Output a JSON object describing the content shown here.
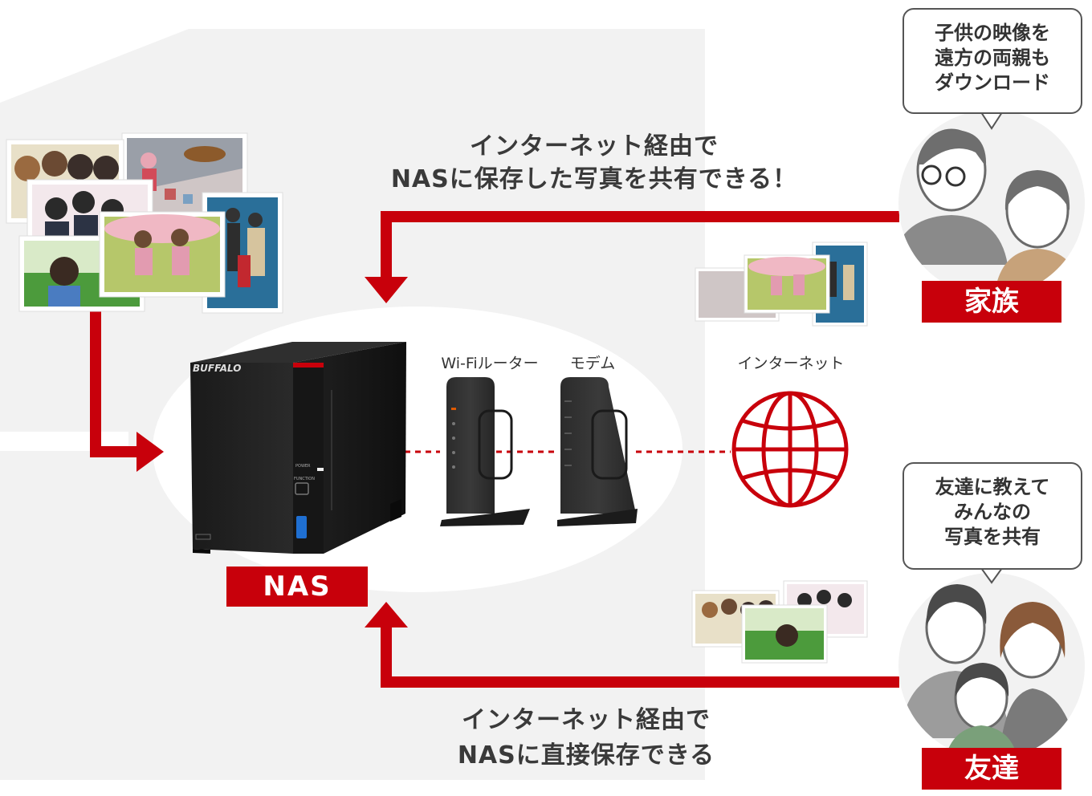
{
  "captions": {
    "top_line1": "インターネット経由で",
    "top_line2": "NASに保存した写真を共有できる！",
    "bottom_line1": "インターネット経由で",
    "bottom_line2": "NASに直接保存できる"
  },
  "devices": {
    "nas_brand": "BUFFALO",
    "nas_power": "POWER",
    "nas_function": "FUNCTION",
    "router_label": "Wi-Fiルーター",
    "modem_label": "モデム",
    "internet_label": "インターネット"
  },
  "labels": {
    "nas": "NAS",
    "family": "家族",
    "friends": "友達"
  },
  "bubbles": {
    "family": [
      "子供の映像を",
      "遠方の両親も",
      "ダウンロード"
    ],
    "friends": [
      "友達に教えて",
      "みんなの",
      "写真を共有"
    ]
  },
  "colors": {
    "accent_red": "#c8000b",
    "house_gray": "#f2f2f2",
    "network_bg": "#ffffff",
    "person_gray": "#b3b3b3",
    "device_black": "#1c1c1c"
  },
  "icons": {
    "globe": "globe-icon",
    "photo_stack": "photo-stack-icon",
    "people": "people-icon"
  }
}
